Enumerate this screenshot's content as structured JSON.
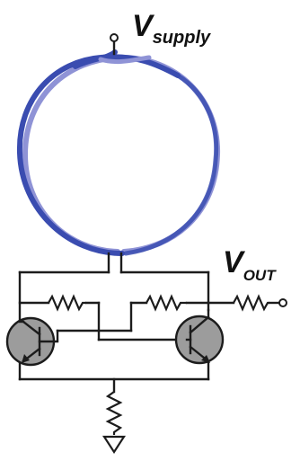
{
  "labels": {
    "supply_main": "V",
    "supply_sub": "supply",
    "out_main": "V",
    "out_sub": "OUT"
  },
  "colors": {
    "coil_front": "#3a4cb0",
    "coil_back": "#8f93d6",
    "wire": "#1c1c1c",
    "transistor_fill": "#9c9c9c",
    "terminal_fill": "#ffffff"
  },
  "icons": {
    "supply_terminal": "open-circle-terminal",
    "output_terminal": "open-circle-terminal",
    "ground": "ground-triangle-icon",
    "transistor": "npn-transistor-icon",
    "resistor": "zigzag-resistor-icon"
  }
}
